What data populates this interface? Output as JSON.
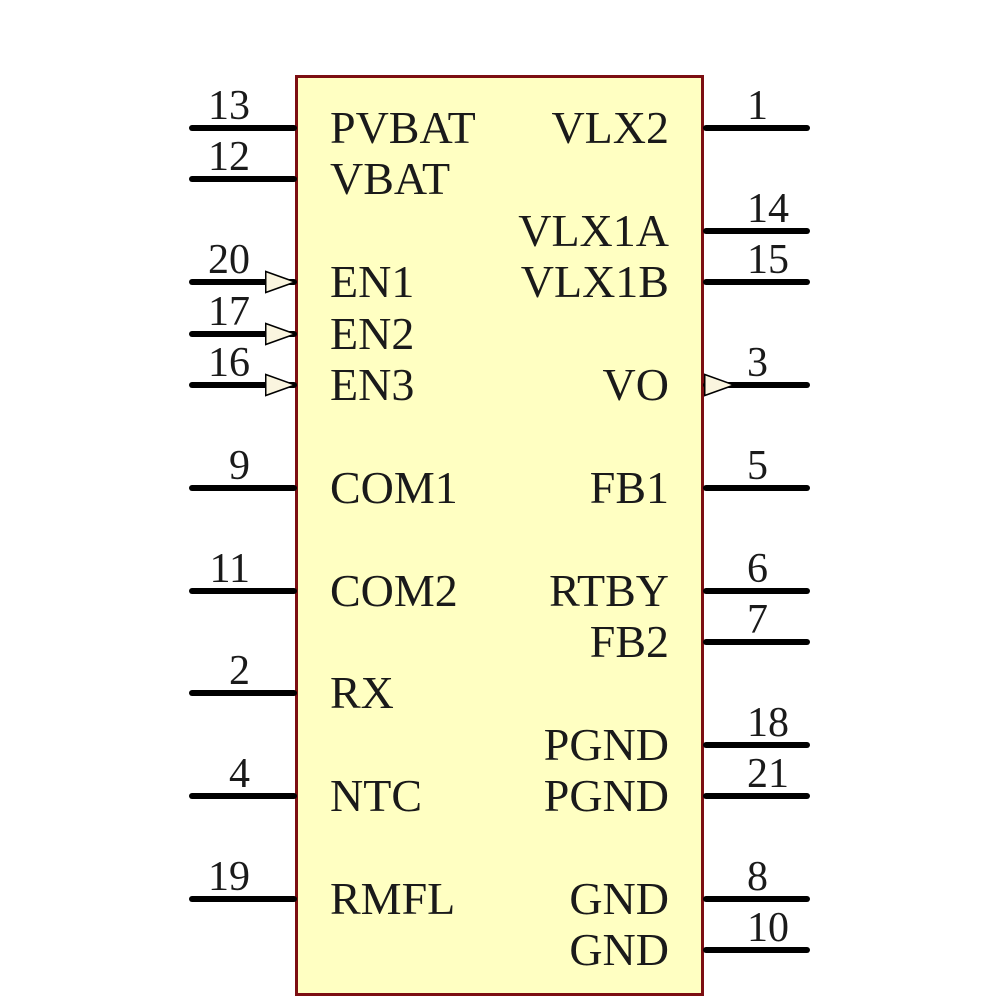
{
  "diagram": {
    "kind": "ic-schematic-symbol",
    "body_fill": "#ffffc2",
    "body_border_color": "#7c0f12",
    "pin_line_color": "#000000",
    "text_color": "#1a1a1a",
    "triangle_fill": "#faf5df",
    "triangle_stroke": "#000000"
  },
  "pins": [
    {
      "number": "13",
      "label": "PVBAT",
      "side": "left",
      "row": 0,
      "triangle": false
    },
    {
      "number": "12",
      "label": "VBAT",
      "side": "left",
      "row": 1,
      "triangle": false
    },
    {
      "number": "20",
      "label": "EN1",
      "side": "left",
      "row": 3,
      "triangle": true
    },
    {
      "number": "17",
      "label": "EN2",
      "side": "left",
      "row": 4,
      "triangle": true
    },
    {
      "number": "16",
      "label": "EN3",
      "side": "left",
      "row": 5,
      "triangle": true
    },
    {
      "number": "9",
      "label": "COM1",
      "side": "left",
      "row": 7,
      "triangle": false
    },
    {
      "number": "11",
      "label": "COM2",
      "side": "left",
      "row": 9,
      "triangle": false
    },
    {
      "number": "2",
      "label": "RX",
      "side": "left",
      "row": 11,
      "triangle": false
    },
    {
      "number": "4",
      "label": "NTC",
      "side": "left",
      "row": 13,
      "triangle": false
    },
    {
      "number": "19",
      "label": "RMFL",
      "side": "left",
      "row": 15,
      "triangle": false
    },
    {
      "number": "1",
      "label": "VLX2",
      "side": "right",
      "row": 0,
      "triangle": false
    },
    {
      "number": "14",
      "label": "VLX1A",
      "side": "right",
      "row": 2,
      "triangle": false
    },
    {
      "number": "15",
      "label": "VLX1B",
      "side": "right",
      "row": 3,
      "triangle": false
    },
    {
      "number": "3",
      "label": "VO",
      "side": "right",
      "row": 5,
      "triangle": true
    },
    {
      "number": "5",
      "label": "FB1",
      "side": "right",
      "row": 7,
      "triangle": false
    },
    {
      "number": "6",
      "label": "RTBY",
      "side": "right",
      "row": 9,
      "triangle": false
    },
    {
      "number": "7",
      "label": "FB2",
      "side": "right",
      "row": 10,
      "triangle": false
    },
    {
      "number": "18",
      "label": "PGND",
      "side": "right",
      "row": 12,
      "triangle": false
    },
    {
      "number": "21",
      "label": "PGND",
      "side": "right",
      "row": 13,
      "triangle": false
    },
    {
      "number": "8",
      "label": "GND",
      "side": "right",
      "row": 15,
      "triangle": false
    },
    {
      "number": "10",
      "label": "GND",
      "side": "right",
      "row": 16,
      "triangle": false
    }
  ]
}
